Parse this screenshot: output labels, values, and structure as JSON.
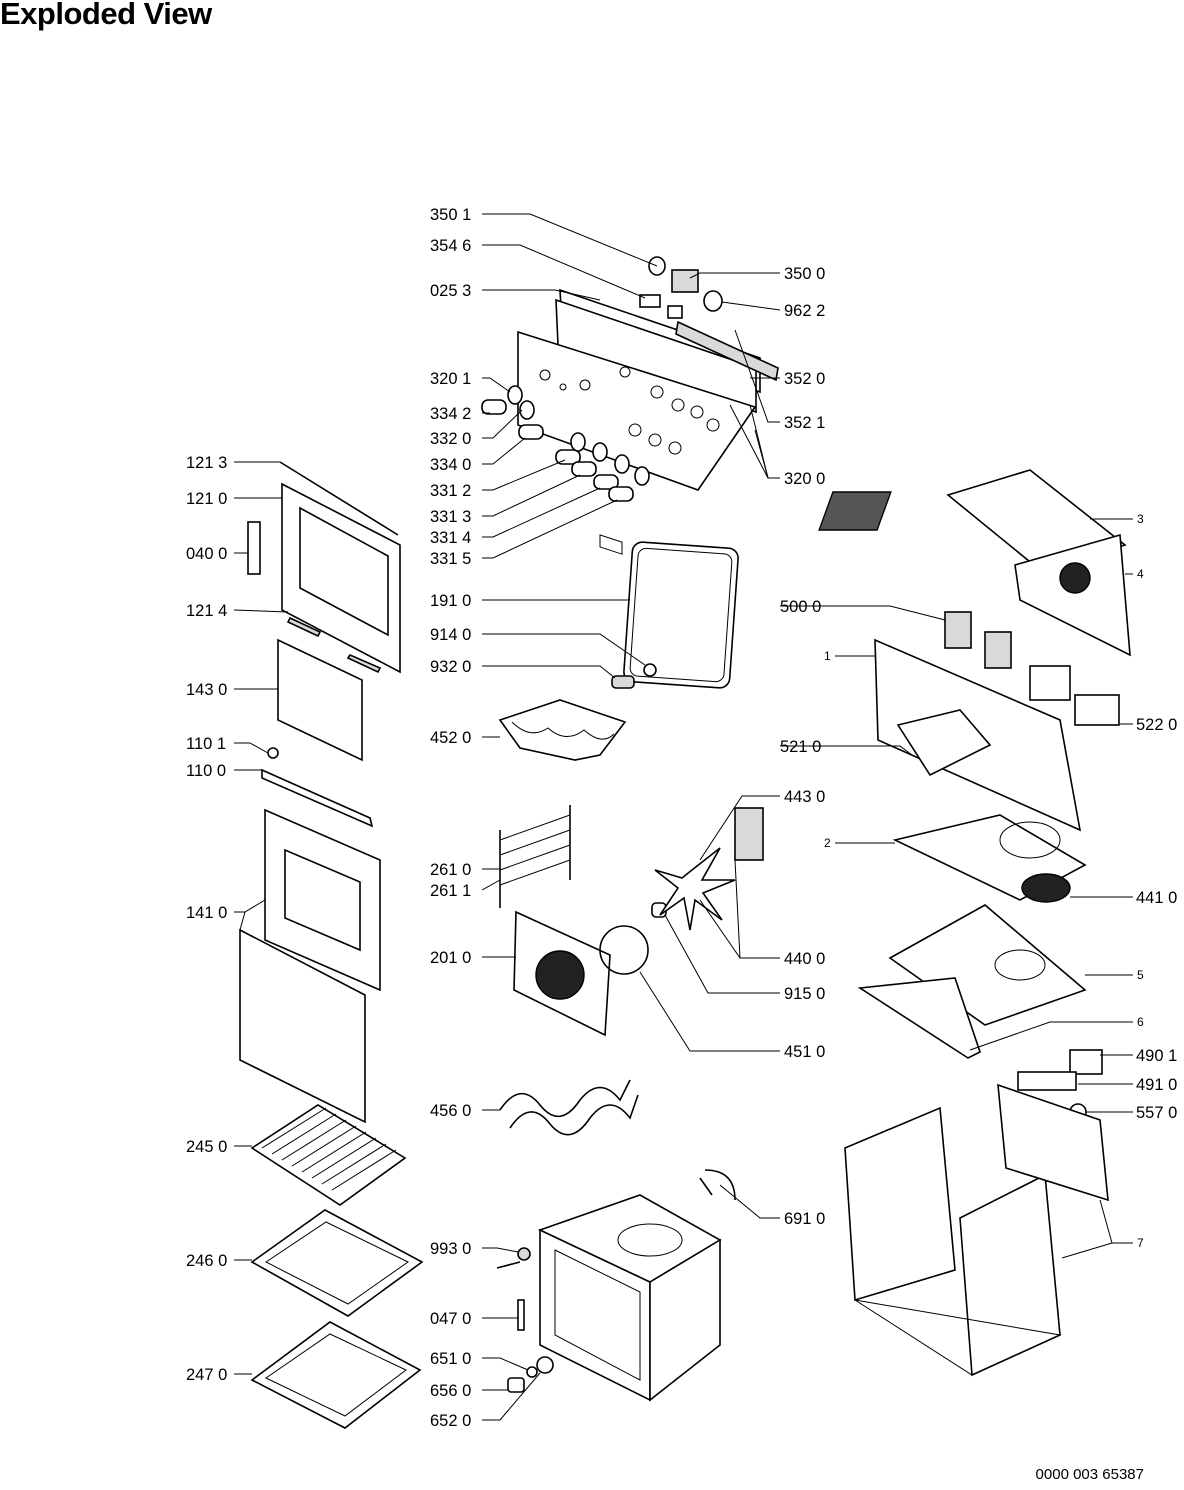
{
  "title": "Exploded View",
  "document_code": "0000 003 65387",
  "part_labels": {
    "p3501": "350 1",
    "p3546": "354 6",
    "p0253": "025 3",
    "p3500": "350 0",
    "p9622": "962 2",
    "p3520": "352 0",
    "p3521": "352 1",
    "p3200": "320 0",
    "p3201": "320 1",
    "p3342": "334 2",
    "p3320": "332 0",
    "p3340": "334 0",
    "p3312": "331 2",
    "p3313": "331 3",
    "p3314": "331 4",
    "p3315": "331 5",
    "p1213": "121 3",
    "p1210": "121 0",
    "p0400": "040 0",
    "p1214": "121 4",
    "p1430": "143 0",
    "p1101": "110 1",
    "p1100": "110 0",
    "p1410": "141 0",
    "p2450": "245 0",
    "p2460": "246 0",
    "p2470": "247 0",
    "p1910": "191 0",
    "p9140": "914 0",
    "p9320": "932 0",
    "p4520": "452 0",
    "p2610": "261 0",
    "p2611": "261 1",
    "p2010": "201 0",
    "p4560": "456 0",
    "p9930": "993 0",
    "p0470": "047 0",
    "p6510": "651 0",
    "p6560": "656 0",
    "p6520": "652 0",
    "p4430": "443 0",
    "p4400": "440 0",
    "p9150": "915 0",
    "p4510": "451 0",
    "p6910": "691 0",
    "p5000": "500 0",
    "p5220": "522 0",
    "p5210": "521 0",
    "p4410": "441 0",
    "p4901": "490 1",
    "p4910": "491 0",
    "p5570": "557 0",
    "n1": "1",
    "n2": "2",
    "n3": "3",
    "n4": "4",
    "n5": "5",
    "n6": "6",
    "n7": "7"
  }
}
